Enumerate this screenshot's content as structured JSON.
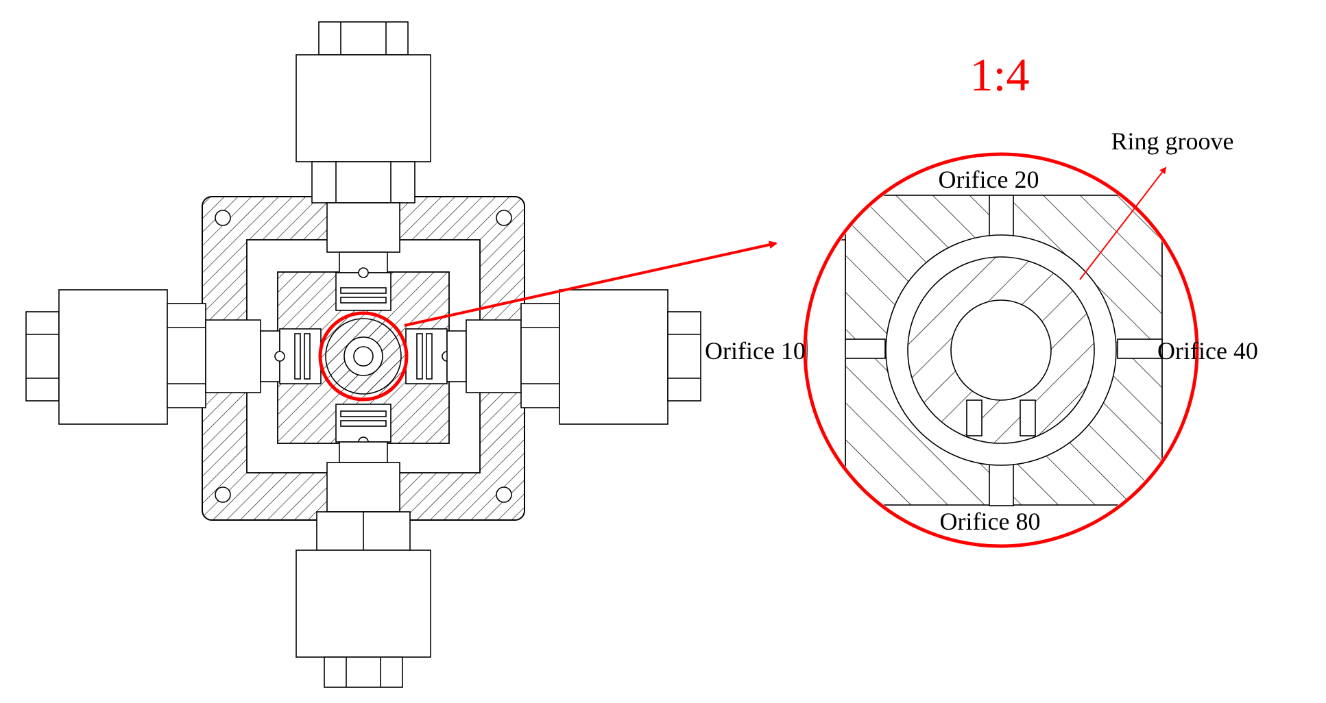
{
  "scale": "1:4",
  "labels": {
    "ring_groove": "Ring groove",
    "orifice_top": "Orifice 20",
    "orifice_left": "Orifice 10",
    "orifice_right": "Orifice 40",
    "orifice_bottom": "Orifice 80"
  },
  "colors": {
    "highlight": "#ff0000",
    "line": "#000000"
  }
}
